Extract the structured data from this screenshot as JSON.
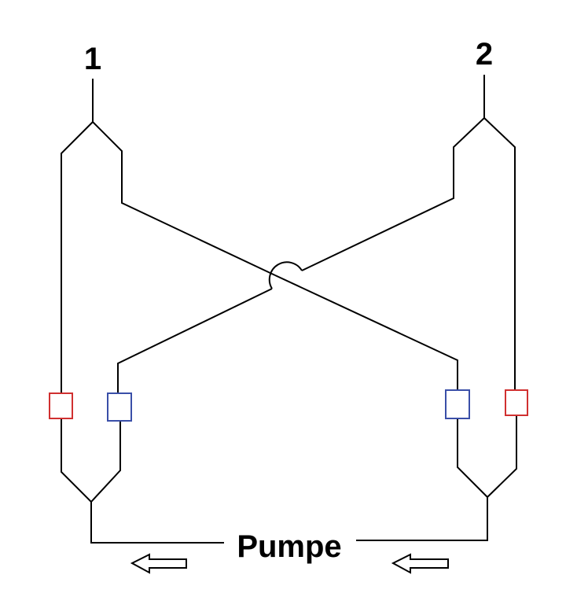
{
  "diagram": {
    "node_labels": {
      "left": "1",
      "right": "2"
    },
    "pump_label": "Pumpe",
    "colors": {
      "line": "#000000",
      "red_box": "#d03030",
      "blue_box": "#3a4fa8",
      "arrow": "#000000"
    },
    "flow_direction": "left"
  }
}
